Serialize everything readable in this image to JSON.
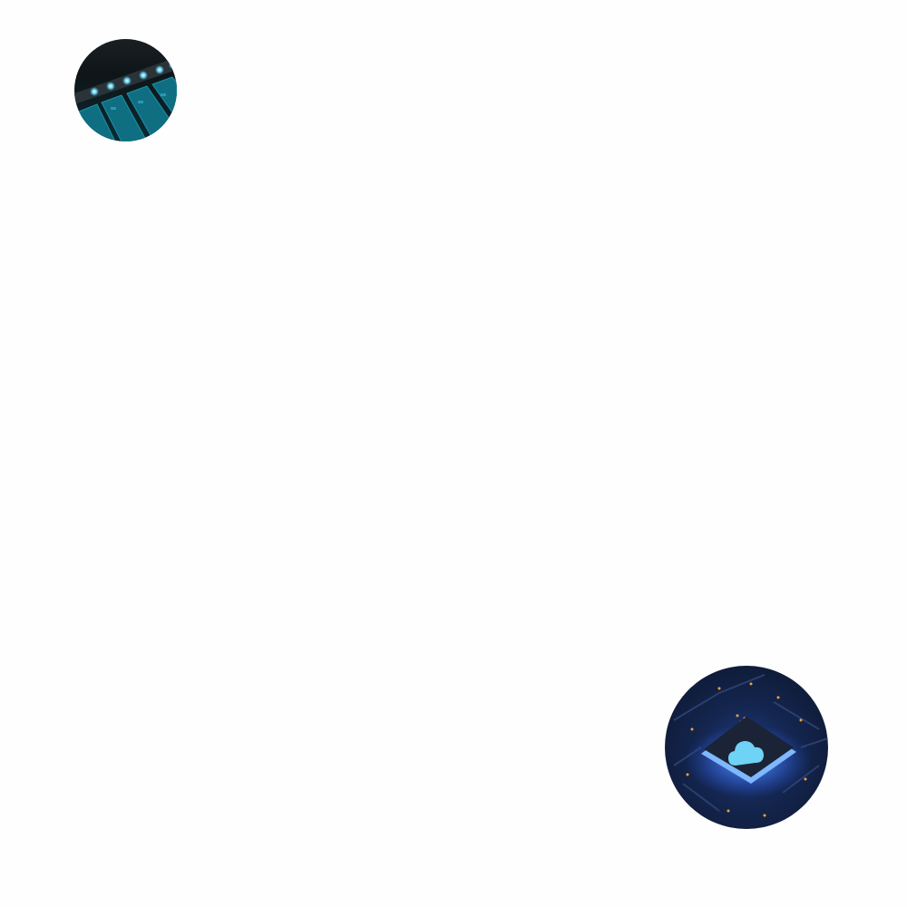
{
  "images": [
    {
      "id": "network-switch",
      "icon": "ethernet-switch-image",
      "accent": "#2fa6c4",
      "background": "#0b1d24"
    },
    {
      "id": "cloud-chip",
      "icon": "cloud-chip-image",
      "accent": "#6fd3f5",
      "background": "#13233f",
      "glow": "#3b7bff"
    }
  ]
}
